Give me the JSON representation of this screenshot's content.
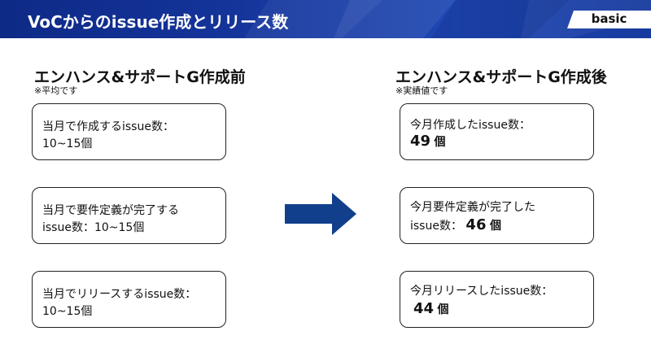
{
  "header": {
    "title": "VoCからのissue作成とリリース数",
    "tag": "basic"
  },
  "before": {
    "title": "エンハンス&サポートG作成前",
    "note": "※平均です",
    "boxes": [
      {
        "line1": "当月で作成するissue数：",
        "line2": "10~15個"
      },
      {
        "line1": "当月で要件定義が完了する",
        "line2": "issue数：10~15個"
      },
      {
        "line1": "当月でリリースするissue数：",
        "line2": "10~15個"
      }
    ]
  },
  "after": {
    "title": "エンハンス&サポートG作成後",
    "note": "※実績値です",
    "boxes": [
      {
        "line1": "今月作成したissue数：",
        "value": "49",
        "unit": "個"
      },
      {
        "line1": "今月要件定義が完了した",
        "prefix": "issue数：",
        "value": "46",
        "unit": "個"
      },
      {
        "line1": "今月リリースしたissue数：",
        "value": "44",
        "unit": "個"
      }
    ]
  },
  "colors": {
    "header_bg": "#15349a",
    "arrow": "#123f8c"
  },
  "icons": {
    "arrow": "right-arrow-icon"
  }
}
